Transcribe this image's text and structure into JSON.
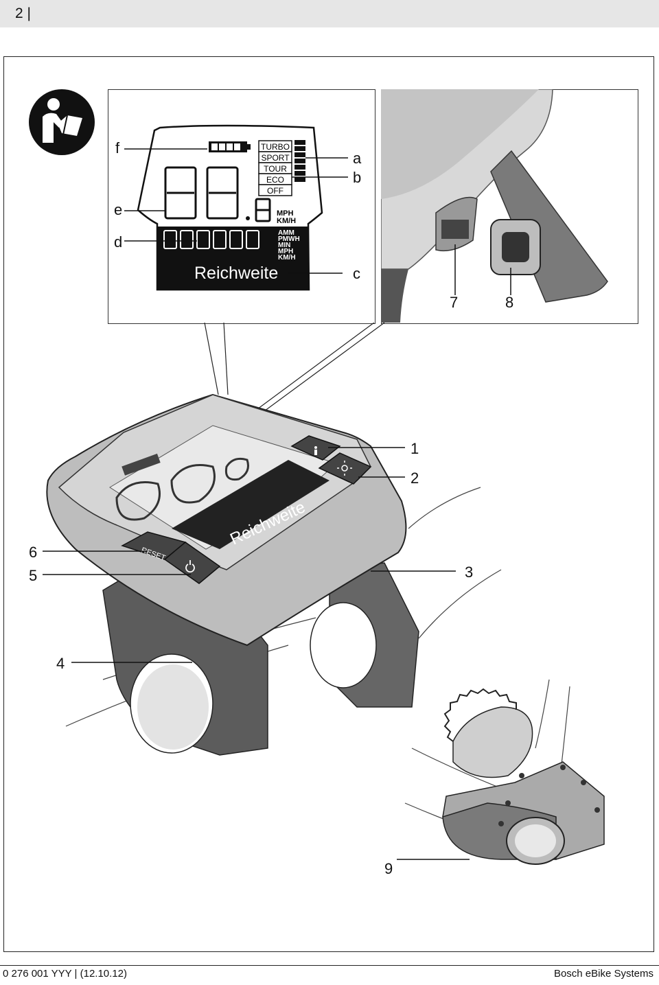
{
  "header": {
    "page_number": "2 |"
  },
  "display_legend": {
    "modes": [
      "TURBO",
      "SPORT",
      "TOUR",
      "ECO",
      "OFF"
    ],
    "unit_speed": [
      "MPH",
      "KM/H"
    ],
    "unit_stack": [
      "AMM",
      "PMWH",
      "MIN",
      "MPH",
      "KM/H"
    ],
    "text_line": "Reichweite"
  },
  "callouts": {
    "a": "a",
    "b": "b",
    "c": "c",
    "d": "d",
    "e": "e",
    "f": "f",
    "n1": "1",
    "n2": "2",
    "n3": "3",
    "n4": "4",
    "n5": "5",
    "n6": "6",
    "n7": "7",
    "n8": "8",
    "n9": "9"
  },
  "device": {
    "reset_label": "RESET",
    "text_line": "Reichweite"
  },
  "footer": {
    "left": "0 276 001 YYY | (12.10.12)",
    "right": "Bosch eBike Systems"
  },
  "icons": [
    "read-manual-icon",
    "info-icon",
    "light-icon",
    "power-icon"
  ]
}
